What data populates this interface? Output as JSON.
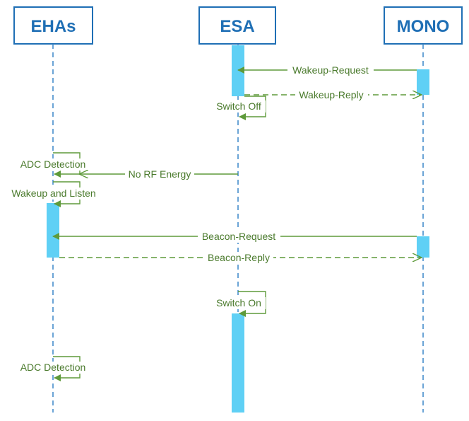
{
  "colors": {
    "lifeline": "#1f6fb5",
    "activation": "#5fd0f5",
    "message": "#5e9a3a",
    "text": "#4a7a2c"
  },
  "lifelines": [
    {
      "id": "ehas",
      "label": "EHAs"
    },
    {
      "id": "esa",
      "label": "ESA"
    },
    {
      "id": "mono",
      "label": "MONO"
    }
  ],
  "messages": [
    {
      "id": "wakeup-request",
      "label": "Wakeup-Request",
      "from": "mono",
      "to": "esa",
      "style": "solid"
    },
    {
      "id": "wakeup-reply",
      "label": "Wakeup-Reply",
      "from": "esa",
      "to": "mono",
      "style": "dashed"
    },
    {
      "id": "switch-off",
      "label": "Switch Off",
      "from": "esa",
      "to": "esa",
      "style": "self"
    },
    {
      "id": "adc-detection-1",
      "label": "ADC Detection",
      "from": "ehas",
      "to": "ehas",
      "style": "self"
    },
    {
      "id": "no-rf-energy",
      "label": "No RF Energy",
      "from": "esa",
      "to": "ehas",
      "style": "solid-open"
    },
    {
      "id": "wakeup-and-listen",
      "label": "Wakeup and Listen",
      "from": "ehas",
      "to": "ehas",
      "style": "self"
    },
    {
      "id": "beacon-request",
      "label": "Beacon-Request",
      "from": "mono",
      "to": "ehas",
      "style": "solid"
    },
    {
      "id": "beacon-reply",
      "label": "Beacon-Reply",
      "from": "ehas",
      "to": "mono",
      "style": "dashed"
    },
    {
      "id": "switch-on",
      "label": "Switch On",
      "from": "esa",
      "to": "esa",
      "style": "self"
    },
    {
      "id": "adc-detection-2",
      "label": "ADC Detection",
      "from": "ehas",
      "to": "ehas",
      "style": "self"
    }
  ]
}
